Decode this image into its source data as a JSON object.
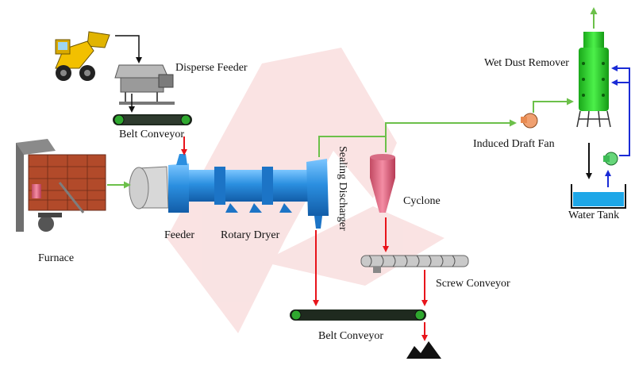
{
  "labels": {
    "disperse_feeder": "Disperse Feeder",
    "belt_conveyor_top": "Belt Conveyor",
    "furnace": "Furnace",
    "feeder": "Feeder",
    "rotary_dryer": "Rotary Dryer",
    "sealing_discharger": "Sealing Discharger",
    "cyclone": "Cyclone",
    "screw_conveyor": "Screw Conveyor",
    "belt_conveyor_bottom": "Belt Conveyor",
    "induced_draft_fan": "Induced Draft Fan",
    "wet_dust_remover": "Wet Dust Remover",
    "water_tank": "Water Tank"
  },
  "colors": {
    "material_flow": "#e8141b",
    "gas_flow": "#6cc04a",
    "water_supply": "#1a2bd6",
    "water_drain": "#111111",
    "dryer": "#2b8fe0",
    "dust_remover": "#2fd32a",
    "watermark": "#f7d7d7"
  }
}
